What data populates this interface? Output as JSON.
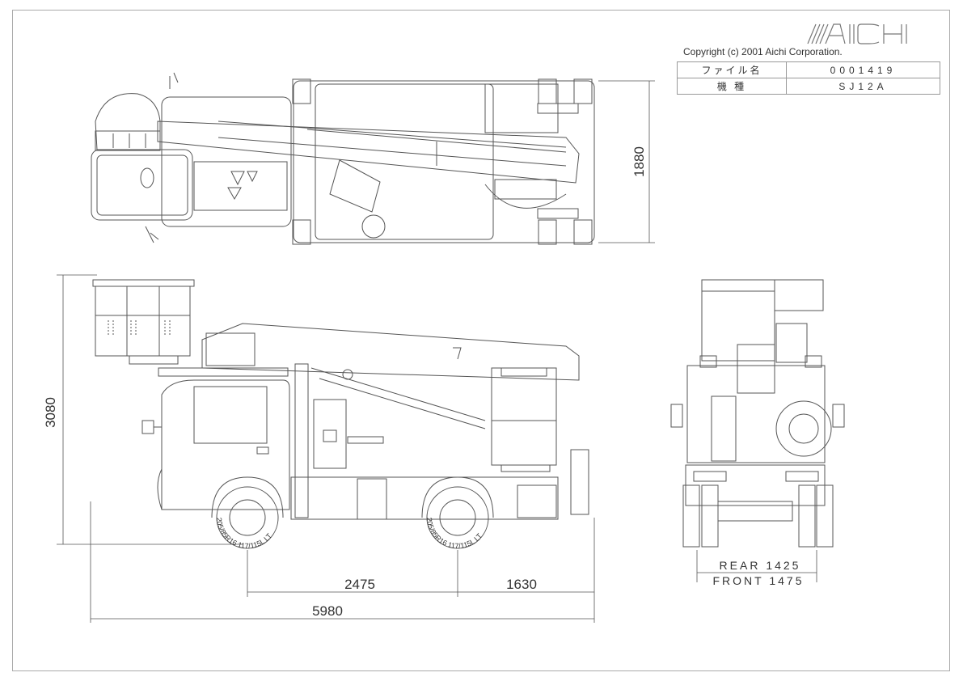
{
  "brand": {
    "logo_text": "AICHI"
  },
  "copyright": "Copyright (c) 2001 Aichi Corporation.",
  "info_table": [
    {
      "key": "ファイル名",
      "value": "0001419"
    },
    {
      "key": "機 種",
      "value": "SJ12A"
    }
  ],
  "dimensions": {
    "top_width": "1880",
    "height": "3080",
    "wheelbase": "2475",
    "rear_overhang": "1630",
    "overall_length": "5980",
    "rear_track": "REAR 1425",
    "front_track": "FRONT 1475"
  },
  "tire_labels": {
    "front": "205/85R16 117/115L LT",
    "rear": "205/85R16 117/115L LT"
  },
  "colors": {
    "line": "#555555",
    "text": "#333333",
    "frame": "#aaaaaa"
  }
}
